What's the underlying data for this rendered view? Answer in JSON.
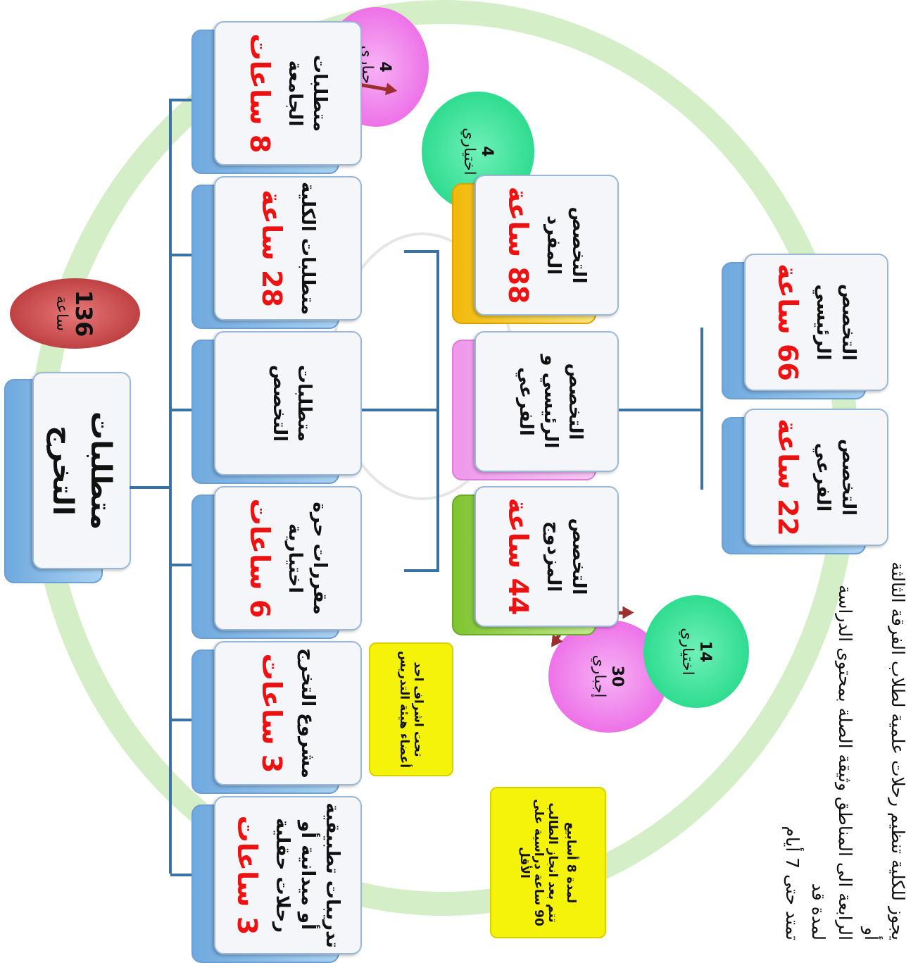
{
  "title": "متطلبات التخرج",
  "total": {
    "value": "136",
    "unit": "ساعة"
  },
  "branches": [
    {
      "label": "متطلبات الجامعة",
      "hours": "8 ساعات"
    },
    {
      "label": "متطلبات الكلية",
      "hours": "28 ساعة"
    },
    {
      "label": "متطلبات التخصص",
      "hours": ""
    },
    {
      "label": "مقررات حرة اختيارية",
      "hours": "6 ساعات"
    },
    {
      "label": "مشروع التخرج",
      "hours": "3 ساعات"
    },
    {
      "label": "تدريبات تطبيقية أو ميدانية أو رحلات حقلية",
      "hours": "3 ساعات"
    }
  ],
  "university_split": [
    {
      "value": "4",
      "label": "إجباري"
    },
    {
      "value": "4",
      "label": "اختياري"
    }
  ],
  "specializations": [
    {
      "label": "التخصص المفرد",
      "hours": "88 ساعة"
    },
    {
      "label": "التخصص الرئيسي و الفرعي",
      "hours": ""
    },
    {
      "label": "التخصص المزدوج",
      "hours": "44 ساعة"
    }
  ],
  "double_split": [
    {
      "value": "30",
      "label": "إجباري"
    },
    {
      "value": "14",
      "label": "اختياري"
    }
  ],
  "major_minor": [
    {
      "label": "التخصص الرئيسي",
      "hours": "66 ساعة"
    },
    {
      "label": "التخصص الفرعي",
      "hours": "22 ساعة"
    }
  ],
  "notes": {
    "project": "تحت اشراف احد أعضاء هيئة التدريس",
    "training_1": "لمدة 8 أسابيع",
    "training_2": "تتم بعد انجاز الطالب 90 ساعة دراسية على الأقل"
  },
  "footnote": {
    "line1": "يجوز للكلية تنظيم رحلات علمية لطلاب الفرقة الثالثة أو",
    "line2": "الرابعة الى المناطق وثيقة الصلة بمحتوى الدراسة لمدة قد",
    "line3": "تمتد حتى 7 أيام"
  },
  "colors": {
    "connector": "#3b72a6",
    "hours_red": "#ee1111",
    "note_yellow": "#f6f30a",
    "pink": "#f277ef",
    "green": "#1ee38e",
    "total_circle": "#c0393b",
    "single_box": "#f6c21a",
    "major_minor_box": "#f2a4ef",
    "double_box": "#8ccf3c"
  }
}
